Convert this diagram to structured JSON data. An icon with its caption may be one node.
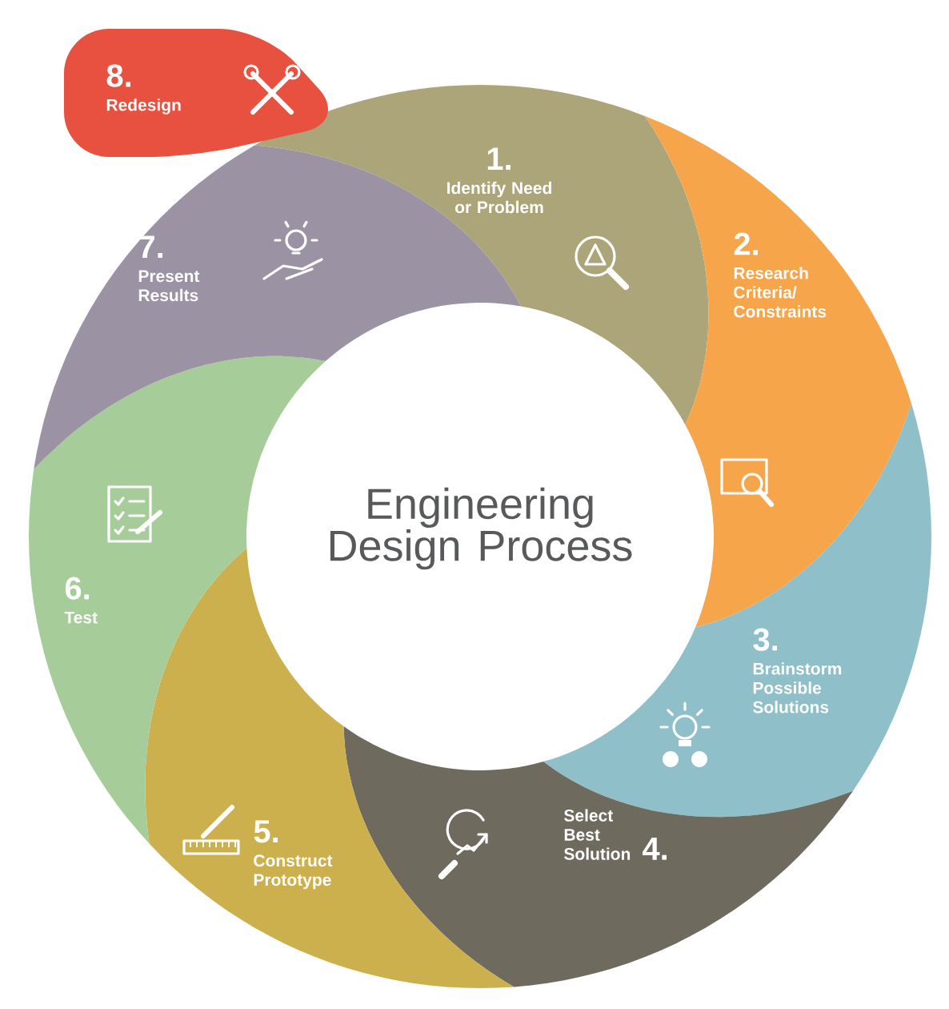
{
  "diagram": {
    "title": "Engineering Design Process",
    "nodes": [
      {
        "text": [
          "1.",
          "Identify Need or Problem"
        ]
      },
      {
        "text": [
          "2.",
          "Research Criteria/ Constraints"
        ]
      },
      {
        "text": [
          "3.",
          "Brainstorm Possible Solutions"
        ]
      },
      {
        "text": [
          "Select Best Solution",
          "4."
        ]
      },
      {
        "text": [
          "5.",
          "Construct Prototype"
        ]
      },
      {
        "text": [
          "6.",
          "Test"
        ]
      },
      {
        "text": [
          "7.",
          "Present Results"
        ]
      },
      {
        "text": [
          "8.",
          "Redesign"
        ]
      }
    ]
  }
}
